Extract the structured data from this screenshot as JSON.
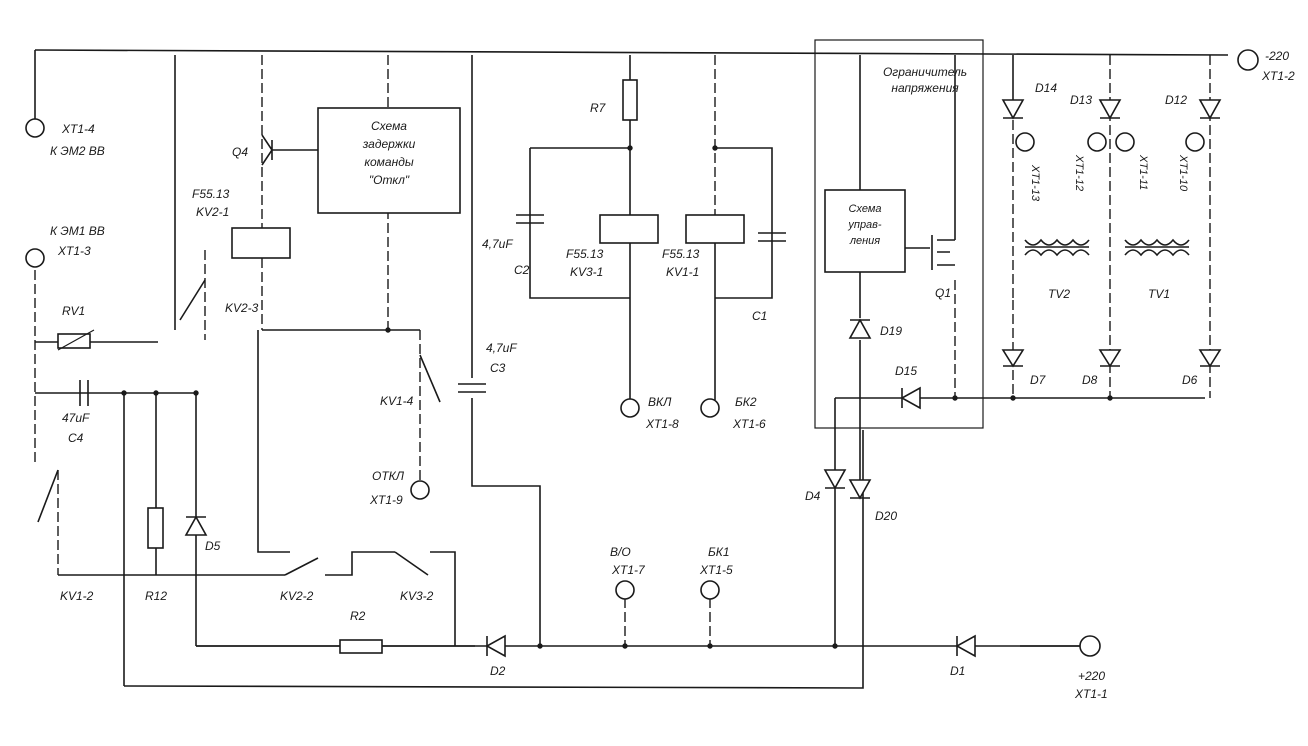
{
  "terminals": {
    "neg220_name": "XT1-2",
    "neg220_text": "-220",
    "pos220_name": "XT1-1",
    "pos220_text": "+220",
    "xt1_4_name": "XT1-4",
    "xt1_4_text": "К ЭМ2 ВВ",
    "xt1_3_name": "XT1-3",
    "xt1_3_text": "К ЭМ1 ВВ",
    "xt1_9_name": "XT1-9",
    "xt1_9_text": "ОТКЛ",
    "xt1_8_name": "XT1-8",
    "xt1_8_text": "ВКЛ",
    "xt1_6_name": "XT1-6",
    "xt1_6_text": "БК2",
    "xt1_7_name": "XT1-7",
    "xt1_7_text": "В/О",
    "xt1_5_name": "XT1-5",
    "xt1_5_text": "БК1",
    "xt1_13": "XT1-13",
    "xt1_12": "XT1-12",
    "xt1_11": "XT1-11",
    "xt1_10": "XT1-10"
  },
  "blocks": {
    "delay_line1": "Схема",
    "delay_line2": "задержки",
    "delay_line3": "команды",
    "delay_line4": "\"Откл\"",
    "limiter_line1": "Ограничитель",
    "limiter_line2": "напряжения",
    "ctrl_line1": "Схема",
    "ctrl_line2": "управ-",
    "ctrl_line3": "ления"
  },
  "components": {
    "kv2_1": "KV2-1",
    "kv2_1_type": "F55.13",
    "kv3_1": "KV3-1",
    "kv3_1_type": "F55.13",
    "kv1_1": "KV1-1",
    "kv1_1_type": "F55.13",
    "kv2_3": "KV2-3",
    "kv1_4": "KV1-4",
    "kv1_2": "KV1-2",
    "kv2_2": "KV2-2",
    "kv3_2": "KV3-2",
    "q4": "Q4",
    "q1": "Q1",
    "r7": "R7",
    "r2": "R2",
    "r12": "R12",
    "rv1": "RV1",
    "c1": "C1",
    "c2": "C2",
    "c2_val": "4,7uF",
    "c3": "C3",
    "c3_val": "4,7uF",
    "c4": "C4",
    "c4_val": "47uF",
    "tv1": "TV1",
    "tv2": "TV2",
    "d1": "D1",
    "d2": "D2",
    "d4": "D4",
    "d5": "D5",
    "d6": "D6",
    "d7": "D7",
    "d8": "D8",
    "d12": "D12",
    "d13": "D13",
    "d14": "D14",
    "d15": "D15",
    "d19": "D19",
    "d20": "D20"
  }
}
